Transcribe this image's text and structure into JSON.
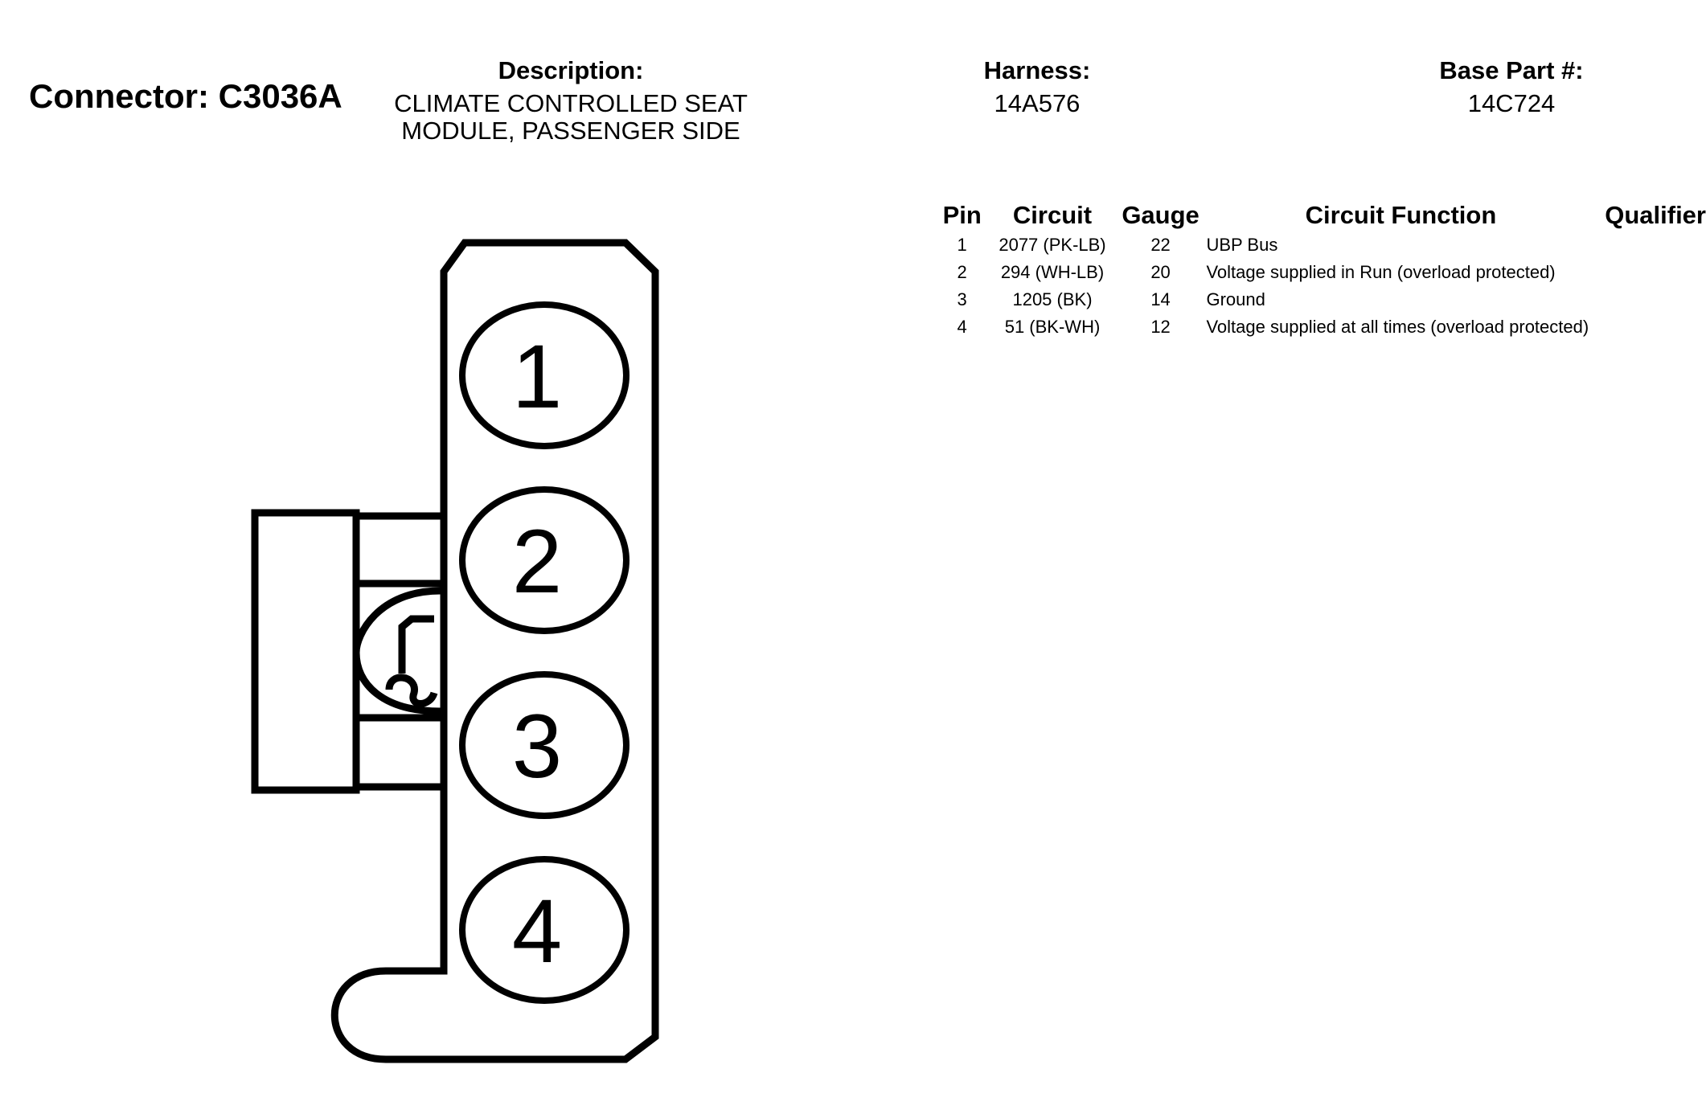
{
  "header": {
    "connector_title": "Connector: C3036A",
    "description_label": "Description:",
    "description_lines": [
      "CLIMATE CONTROLLED SEAT",
      "MODULE, PASSENGER SIDE"
    ],
    "harness_label": "Harness:",
    "harness_value": "14A576",
    "base_part_label": "Base Part #:",
    "base_part_value": "14C724"
  },
  "table": {
    "headers": {
      "pin": "Pin",
      "circuit": "Circuit",
      "gauge": "Gauge",
      "function": "Circuit Function",
      "qualifier": "Qualifier"
    },
    "rows": [
      {
        "pin": "1",
        "circuit": "2077 (PK-LB)",
        "gauge": "22",
        "function": "UBP Bus",
        "qualifier": ""
      },
      {
        "pin": "2",
        "circuit": "294 (WH-LB)",
        "gauge": "20",
        "function": "Voltage supplied in Run (overload protected)",
        "qualifier": ""
      },
      {
        "pin": "3",
        "circuit": "1205 (BK)",
        "gauge": "14",
        "function": "Ground",
        "qualifier": ""
      },
      {
        "pin": "4",
        "circuit": "51 (BK-WH)",
        "gauge": "12",
        "function": "Voltage supplied at all times (overload protected)",
        "qualifier": ""
      }
    ]
  },
  "diagram": {
    "pin_labels": [
      "1",
      "2",
      "3",
      "4"
    ]
  }
}
